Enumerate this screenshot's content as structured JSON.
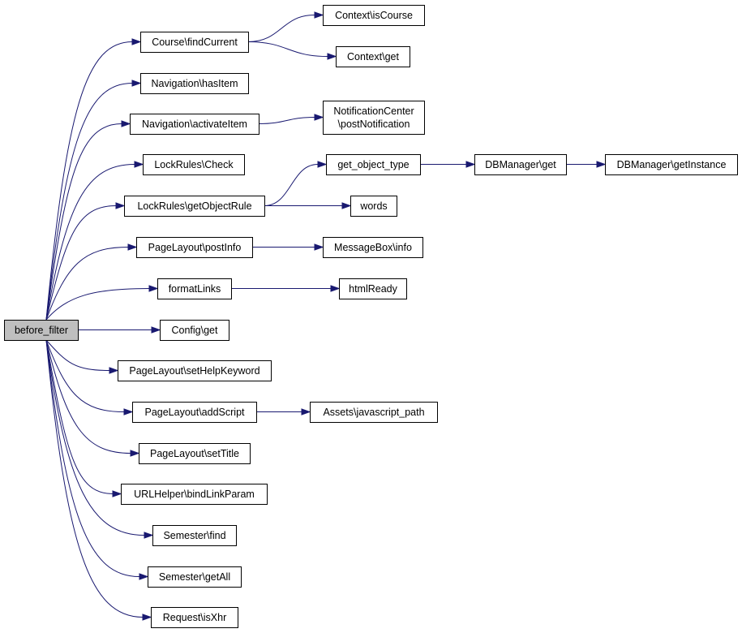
{
  "graph": {
    "type": "call-graph",
    "edge_color": "#191970",
    "root_fill": "#bfbfbf",
    "node_fill": "#ffffff",
    "nodes": [
      {
        "id": "before_filter",
        "lines": [
          "before_filter"
        ],
        "root": true
      },
      {
        "id": "course_findcurrent",
        "lines": [
          "Course\\findCurrent"
        ]
      },
      {
        "id": "context_iscourse",
        "lines": [
          "Context\\isCourse"
        ]
      },
      {
        "id": "context_get",
        "lines": [
          "Context\\get"
        ]
      },
      {
        "id": "navigation_hasitem",
        "lines": [
          "Navigation\\hasItem"
        ]
      },
      {
        "id": "navigation_activateitem",
        "lines": [
          "Navigation\\activateItem"
        ]
      },
      {
        "id": "notificationcenter_postnotification",
        "lines": [
          "NotificationCenter",
          "\\postNotification"
        ]
      },
      {
        "id": "lockrules_check",
        "lines": [
          "LockRules\\Check"
        ]
      },
      {
        "id": "lockrules_getobjectrule",
        "lines": [
          "LockRules\\getObjectRule"
        ]
      },
      {
        "id": "get_object_type",
        "lines": [
          "get_object_type"
        ]
      },
      {
        "id": "dbmanager_get",
        "lines": [
          "DBManager\\get"
        ]
      },
      {
        "id": "dbmanager_getinstance",
        "lines": [
          "DBManager\\getInstance"
        ]
      },
      {
        "id": "words",
        "lines": [
          "words"
        ]
      },
      {
        "id": "pagelayout_postinfo",
        "lines": [
          "PageLayout\\postInfo"
        ]
      },
      {
        "id": "messagebox_info",
        "lines": [
          "MessageBox\\info"
        ]
      },
      {
        "id": "formatlinks",
        "lines": [
          "formatLinks"
        ]
      },
      {
        "id": "htmlready",
        "lines": [
          "htmlReady"
        ]
      },
      {
        "id": "config_get",
        "lines": [
          "Config\\get"
        ]
      },
      {
        "id": "pagelayout_sethelpkeyword",
        "lines": [
          "PageLayout\\setHelpKeyword"
        ]
      },
      {
        "id": "pagelayout_addscript",
        "lines": [
          "PageLayout\\addScript"
        ]
      },
      {
        "id": "assets_javascript_path",
        "lines": [
          "Assets\\javascript_path"
        ]
      },
      {
        "id": "pagelayout_settitle",
        "lines": [
          "PageLayout\\setTitle"
        ]
      },
      {
        "id": "urlhelper_bindlinkparam",
        "lines": [
          "URLHelper\\bindLinkParam"
        ]
      },
      {
        "id": "semester_find",
        "lines": [
          "Semester\\find"
        ]
      },
      {
        "id": "semester_getall",
        "lines": [
          "Semester\\getAll"
        ]
      },
      {
        "id": "request_isxhr",
        "lines": [
          "Request\\isXhr"
        ]
      }
    ],
    "edges": [
      [
        "before_filter",
        "course_findcurrent"
      ],
      [
        "before_filter",
        "navigation_hasitem"
      ],
      [
        "before_filter",
        "navigation_activateitem"
      ],
      [
        "before_filter",
        "lockrules_check"
      ],
      [
        "before_filter",
        "lockrules_getobjectrule"
      ],
      [
        "before_filter",
        "pagelayout_postinfo"
      ],
      [
        "before_filter",
        "formatlinks"
      ],
      [
        "before_filter",
        "config_get"
      ],
      [
        "before_filter",
        "pagelayout_sethelpkeyword"
      ],
      [
        "before_filter",
        "pagelayout_addscript"
      ],
      [
        "before_filter",
        "pagelayout_settitle"
      ],
      [
        "before_filter",
        "urlhelper_bindlinkparam"
      ],
      [
        "before_filter",
        "semester_find"
      ],
      [
        "before_filter",
        "semester_getall"
      ],
      [
        "before_filter",
        "request_isxhr"
      ],
      [
        "course_findcurrent",
        "context_iscourse"
      ],
      [
        "course_findcurrent",
        "context_get"
      ],
      [
        "navigation_activateitem",
        "notificationcenter_postnotification"
      ],
      [
        "lockrules_getobjectrule",
        "get_object_type"
      ],
      [
        "lockrules_getobjectrule",
        "words"
      ],
      [
        "get_object_type",
        "dbmanager_get"
      ],
      [
        "dbmanager_get",
        "dbmanager_getinstance"
      ],
      [
        "pagelayout_postinfo",
        "messagebox_info"
      ],
      [
        "formatlinks",
        "htmlready"
      ],
      [
        "pagelayout_addscript",
        "assets_javascript_path"
      ]
    ]
  }
}
